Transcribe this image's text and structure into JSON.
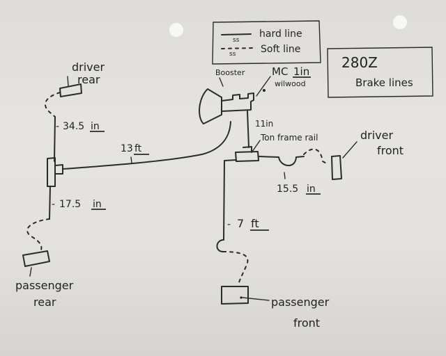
{
  "legend": {
    "hard_symbol": "ss",
    "hard_label": "hard line",
    "soft_symbol": "ss",
    "soft_label": "Soft line"
  },
  "title": {
    "line1": "280Z",
    "line2": "Brake lines"
  },
  "components": {
    "booster": "Booster",
    "mc_prefix": "MC",
    "mc_size": "1in",
    "mc_brand": "wilwood",
    "driver_rear_1": "driver",
    "driver_rear_2": "rear",
    "passenger_rear_1": "passenger",
    "passenger_rear_2": "rear",
    "driver_front_1": "driver",
    "driver_front_2": "front",
    "passenger_front_1": "passenger",
    "passenger_front_2": "front",
    "frame_rail": "Ton frame rail"
  },
  "measurements": {
    "driver_rear_len_num": "34.5",
    "driver_rear_len_unit": "in",
    "rear_main_len_num": "13",
    "rear_main_len_unit": "ft",
    "passenger_rear_len_num": "17.5",
    "passenger_rear_len_unit": "in",
    "mc_to_tee": "11in",
    "driver_front_len_num": "15.5",
    "driver_front_len_unit": "in",
    "passenger_front_len_num": "7",
    "passenger_front_len_unit": "ft"
  }
}
